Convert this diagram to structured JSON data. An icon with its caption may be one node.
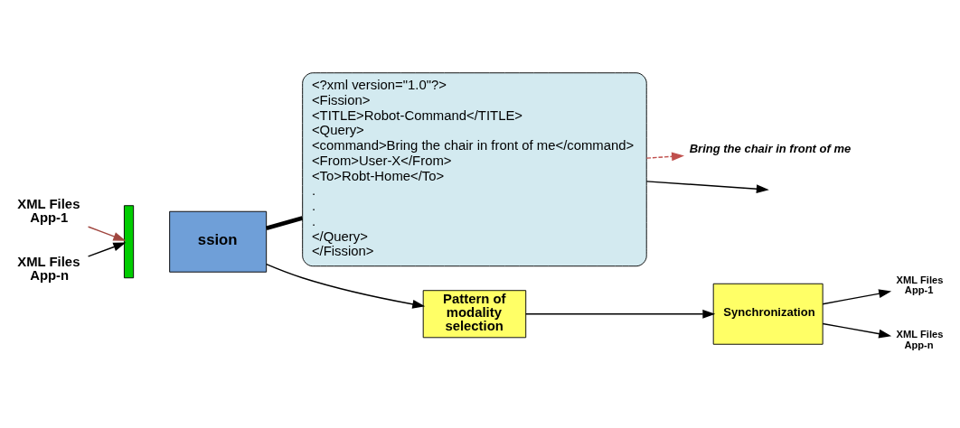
{
  "diagram": {
    "nodes": [
      {
        "text": [
          "XML Files App-1"
        ]
      },
      {
        "text": [
          "XML Files App-n"
        ]
      },
      {
        "text": [],
        "shape": "bar"
      },
      {
        "text": [
          "ssion"
        ]
      },
      {
        "text": [
          "<?xml version=\"1.0\"?>",
          "<Fission>",
          "<TITLE>Robot-Command</TITLE>",
          "<Query>",
          "<command>Bring the chair in front of me</command>",
          "<From>User-X</From>",
          "<To>Robt-Home</To>",
          ".",
          ".",
          ".",
          "</Query>",
          "</Fission>"
        ]
      },
      {
        "text": [
          "Bring the chair in front of me"
        ]
      },
      {
        "text": [
          "Pattern of modality selection"
        ]
      },
      {
        "text": [
          "Synchronization"
        ]
      },
      {
        "text": [
          "XML Files App-1"
        ]
      },
      {
        "text": [
          "XML Files App-n"
        ]
      }
    ],
    "edges": [
      {
        "from": 0,
        "to": 2,
        "arrow": "to",
        "color": "#a0463f"
      },
      {
        "from": 1,
        "to": 2,
        "arrow": "to"
      },
      {
        "from": 4,
        "to": 5,
        "arrow": "to",
        "style": "dashed",
        "color": "#c0504d"
      },
      {
        "from": 3,
        "to": 6,
        "arrow": "to"
      },
      {
        "from": 6,
        "to": 7,
        "arrow": "to"
      },
      {
        "from": 7,
        "to": 8,
        "arrow": "to"
      },
      {
        "from": 7,
        "to": 9,
        "arrow": "to"
      },
      {
        "from": 3,
        "to": 4,
        "arrow": "none",
        "style": "thick"
      },
      {
        "from": 4,
        "to": null,
        "arrow": "to"
      }
    ]
  }
}
